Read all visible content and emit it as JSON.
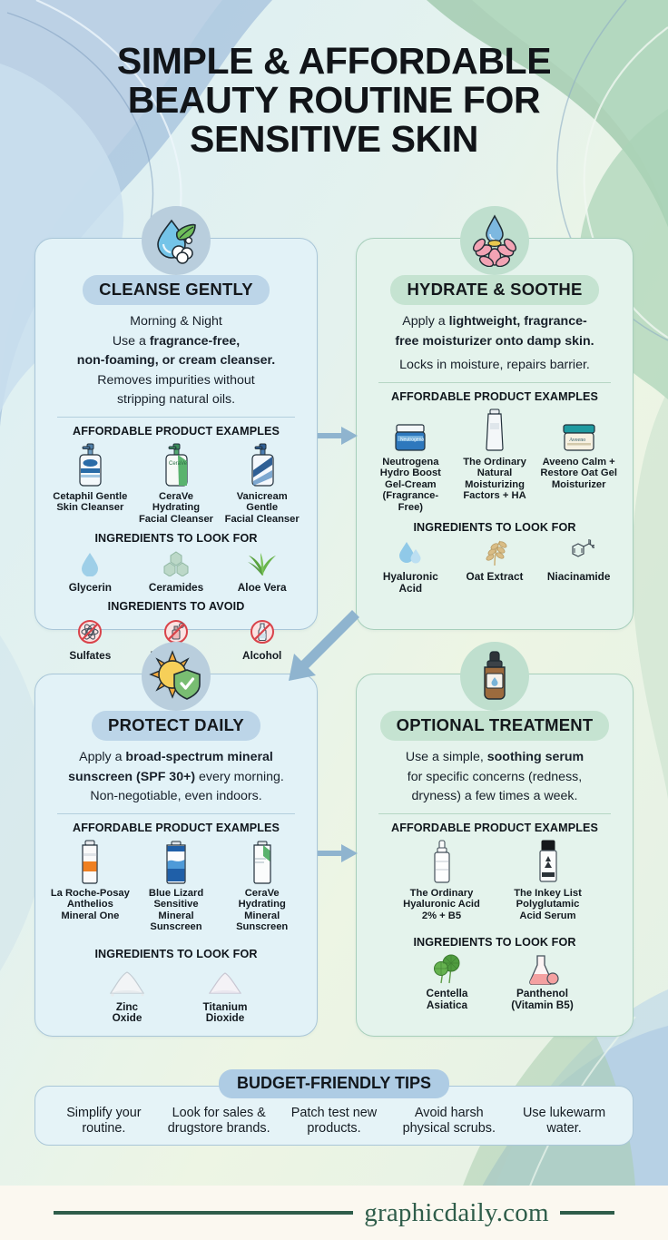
{
  "title": {
    "line1": "SIMPLE & AFFORDABLE",
    "line2": "BEAUTY ROUTINE FOR",
    "line3": "SENSITIVE SKIN"
  },
  "colors": {
    "blue_badge": "#bcd5e8",
    "green_badge": "#c5e3d1",
    "blue_card_bg": "#e2f2f7",
    "green_card_bg": "#e4f3ec",
    "blue_card_border": "#a9c6d8",
    "green_card_border": "#a7cfbb",
    "icon_circle_blue": "#b9cedd",
    "icon_circle_green": "#bfdfce",
    "arrow": "#8fb4cf",
    "footer_bg": "#fbf8f0",
    "footer_ink": "#2f5d4a",
    "heading_ink": "#111418"
  },
  "labels": {
    "products": "AFFORDABLE PRODUCT EXAMPLES",
    "look_for": "INGREDIENTS TO LOOK FOR",
    "avoid": "INGREDIENTS TO AVOID"
  },
  "cards": [
    {
      "id": "cleanse",
      "theme": "blue",
      "icon": "water-drop-leaf-foam-icon",
      "badge": "CLEANSE GENTLY",
      "desc_line1": "Morning & Night",
      "desc_line2_pre": "Use a ",
      "desc_line2_bold": "fragrance-free,",
      "desc_line3_bold": "non-foaming, or cream cleanser.",
      "desc_line4": "Removes impurities without",
      "desc_line5": "stripping natural oils.",
      "products": [
        {
          "name": "Cetaphil Gentle\nSkin Cleanser",
          "icon": "cetaphil-pump-bottle-icon"
        },
        {
          "name": "CeraVe Hydrating\nFacial Cleanser",
          "icon": "cerave-pump-bottle-icon"
        },
        {
          "name": "Vanicream Gentle\nFacial Cleanser",
          "icon": "vanicream-pump-bottle-icon"
        }
      ],
      "look_for": [
        {
          "name": "Glycerin",
          "icon": "water-drop-icon"
        },
        {
          "name": "Ceramides",
          "icon": "hexagon-cluster-icon"
        },
        {
          "name": "Aloe Vera",
          "icon": "aloe-leaf-icon"
        }
      ],
      "avoid": [
        {
          "name": "Sulfates",
          "icon": "no-sulfates-icon"
        },
        {
          "name": "Fragrance",
          "icon": "no-fragrance-icon"
        },
        {
          "name": "Alcohol",
          "icon": "no-alcohol-icon"
        }
      ]
    },
    {
      "id": "hydrate",
      "theme": "green",
      "icon": "lotus-water-drop-icon",
      "badge": "HYDRATE & SOOTHE",
      "desc_line1_pre": "Apply a ",
      "desc_line1_bold": "lightweight, fragrance-",
      "desc_line2_bold": "free moisturizer onto damp skin.",
      "desc_line3": "Locks in moisture, repairs barrier.",
      "products": [
        {
          "name": "Neutrogena\nHydro Boost\nGel-Cream\n(Fragrance-Free)",
          "icon": "neutrogena-jar-icon"
        },
        {
          "name": "The Ordinary\nNatural\nMoisturizing\nFactors + HA",
          "icon": "the-ordinary-tube-icon"
        },
        {
          "name": "Aveeno Calm +\nRestore Oat Gel\nMoisturizer",
          "icon": "aveeno-jar-icon"
        }
      ],
      "look_for": [
        {
          "name": "Hyaluronic\nAcid",
          "icon": "double-water-drop-icon"
        },
        {
          "name": "Oat Extract",
          "icon": "oat-sprig-icon"
        },
        {
          "name": "Niacinamide",
          "icon": "molecule-ring-icon"
        }
      ]
    },
    {
      "id": "protect",
      "theme": "blue",
      "icon": "sun-shield-icon",
      "badge": "PROTECT DAILY",
      "desc_line1_pre": "Apply a ",
      "desc_line1_bold": "broad-spectrum mineral",
      "desc_line2_bold": "sunscreen (SPF 30+)",
      "desc_line2_post": " every morning.",
      "desc_line3": "Non-negotiable, even indoors.",
      "products": [
        {
          "name": "La Roche-Posay\nAnthelios\nMineral One",
          "icon": "la-roche-posay-tube-icon"
        },
        {
          "name": "Blue Lizard\nSensitive\nMineral\nSunscreen",
          "icon": "blue-lizard-tube-icon"
        },
        {
          "name": "CeraVe Hydrating\nMineral\nSunscreen",
          "icon": "cerave-sunscreen-tube-icon"
        }
      ],
      "look_for": [
        {
          "name": "Zinc\nOxide",
          "icon": "mineral-powder-mound-icon"
        },
        {
          "name": "Titanium\nDioxide",
          "icon": "mineral-powder-mound-icon"
        }
      ]
    },
    {
      "id": "optional",
      "theme": "green",
      "icon": "serum-dropper-bottle-icon",
      "badge": "OPTIONAL TREATMENT",
      "desc_line1_pre": "Use a simple, ",
      "desc_line1_bold": "soothing serum",
      "desc_line2": "for specific concerns (redness,",
      "desc_line3": "dryness) a few times a week.",
      "products": [
        {
          "name": "The Ordinary\nHyaluronic Acid\n2% + B5",
          "icon": "clear-dropper-bottle-icon"
        },
        {
          "name": "The Inkey List\nPolyglutamic\nAcid Serum",
          "icon": "black-cap-serum-bottle-icon"
        }
      ],
      "look_for": [
        {
          "name": "Centella\nAsiatica",
          "icon": "centella-leaves-icon"
        },
        {
          "name": "Panthenol\n(Vitamin B5)",
          "icon": "pink-flask-icon"
        }
      ]
    }
  ],
  "tips": {
    "badge": "BUDGET-FRIENDLY TIPS",
    "items": [
      "Simplify your routine.",
      "Look for sales & drugstore brands.",
      "Patch test new products.",
      "Avoid harsh physical scrubs.",
      "Use lukewarm water."
    ]
  },
  "footer": {
    "brand": "graphicdaily.com"
  },
  "arrows": [
    {
      "name": "arrow-cleanse-to-hydrate",
      "direction": "right"
    },
    {
      "name": "arrow-hydrate-to-protect",
      "direction": "down-left"
    },
    {
      "name": "arrow-protect-to-optional",
      "direction": "right"
    }
  ]
}
